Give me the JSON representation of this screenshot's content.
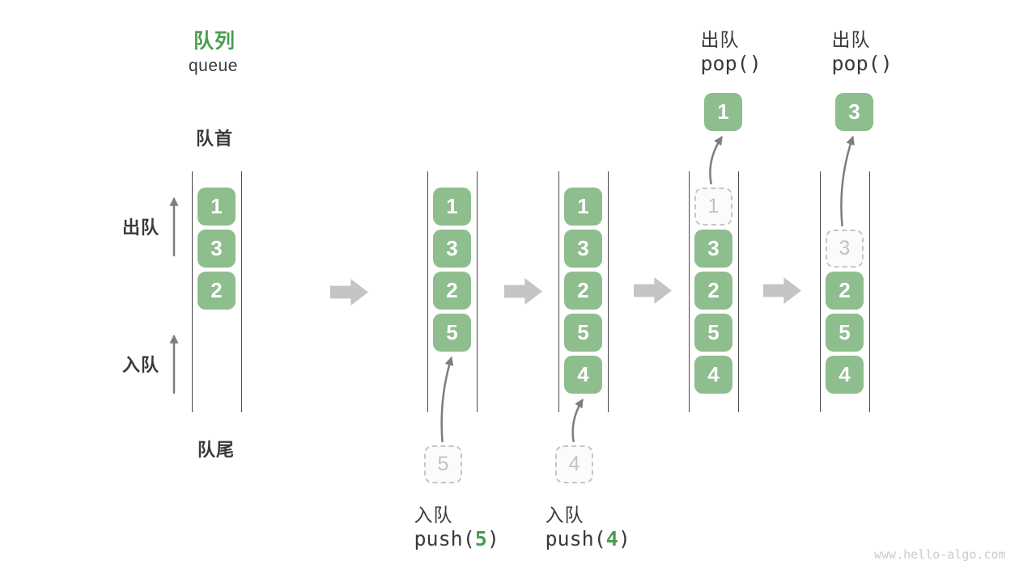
{
  "title": {
    "zh": "队列",
    "en": "queue"
  },
  "side_labels": {
    "front": "队首",
    "rear": "队尾",
    "dequeue": "出队",
    "enqueue": "入队"
  },
  "colors": {
    "box_green": "#8EBD8E",
    "accent_green": "#4A9D53",
    "text_dark": "#3A3A3A",
    "rail_gray": "#4C4C4C",
    "thin_arrow_gray": "#7D7D7D",
    "block_arrow_gray": "#C4C4C4",
    "ghost_gray": "#C6C6C6",
    "watermark_gray": "#CBCBCB"
  },
  "queues": [
    {
      "name": "state-initial",
      "slots": [
        {
          "row": 0,
          "value": "1",
          "ghost": false
        },
        {
          "row": 1,
          "value": "3",
          "ghost": false
        },
        {
          "row": 2,
          "value": "2",
          "ghost": false
        }
      ]
    },
    {
      "name": "state-after-push-5",
      "slots": [
        {
          "row": 0,
          "value": "1",
          "ghost": false
        },
        {
          "row": 1,
          "value": "3",
          "ghost": false
        },
        {
          "row": 2,
          "value": "2",
          "ghost": false
        },
        {
          "row": 3,
          "value": "5",
          "ghost": false
        }
      ],
      "staging": {
        "value": "5"
      },
      "op_bottom": {
        "label": "入队",
        "code_before": "push(",
        "arg": "5",
        "code_after": ")"
      }
    },
    {
      "name": "state-after-push-4",
      "slots": [
        {
          "row": 0,
          "value": "1",
          "ghost": false
        },
        {
          "row": 1,
          "value": "3",
          "ghost": false
        },
        {
          "row": 2,
          "value": "2",
          "ghost": false
        },
        {
          "row": 3,
          "value": "5",
          "ghost": false
        },
        {
          "row": 4,
          "value": "4",
          "ghost": false
        }
      ],
      "staging": {
        "value": "4"
      },
      "op_bottom": {
        "label": "入队",
        "code_before": "push(",
        "arg": "4",
        "code_after": ")"
      }
    },
    {
      "name": "state-pop-1",
      "slots": [
        {
          "row": 0,
          "value": "1",
          "ghost": true
        },
        {
          "row": 1,
          "value": "3",
          "ghost": false
        },
        {
          "row": 2,
          "value": "2",
          "ghost": false
        },
        {
          "row": 3,
          "value": "5",
          "ghost": false
        },
        {
          "row": 4,
          "value": "4",
          "ghost": false
        }
      ],
      "popped": {
        "value": "1"
      },
      "op_top": {
        "label": "出队",
        "code": "pop()"
      }
    },
    {
      "name": "state-pop-3",
      "slots": [
        {
          "row": 1,
          "value": "3",
          "ghost": true
        },
        {
          "row": 2,
          "value": "2",
          "ghost": false
        },
        {
          "row": 3,
          "value": "5",
          "ghost": false
        },
        {
          "row": 4,
          "value": "4",
          "ghost": false
        }
      ],
      "popped": {
        "value": "3"
      },
      "op_top": {
        "label": "出队",
        "code": "pop()"
      }
    }
  ],
  "watermark": "www.hello-algo.com"
}
